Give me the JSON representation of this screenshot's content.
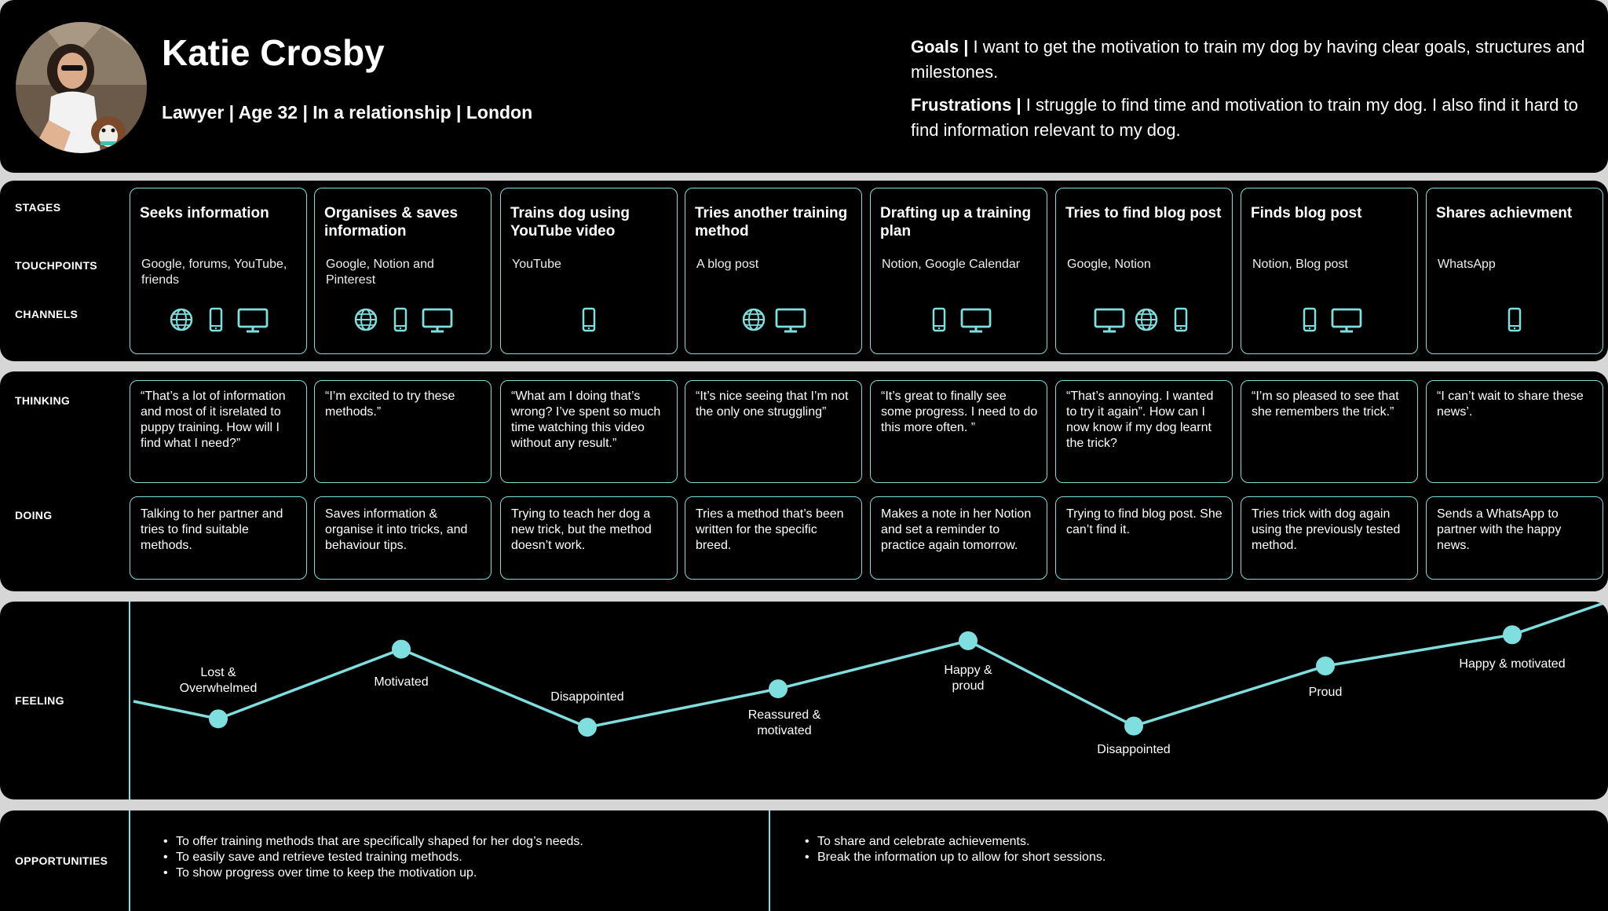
{
  "persona": {
    "name": "Katie Crosby",
    "meta": "Lawyer | Age 32 | In a relationship | London",
    "goals_label": "Goals |",
    "goals_text": " I want to get the motivation to train my dog by having clear goals, structures and milestones.",
    "frustrations_label": "Frustrations |",
    "frustrations_text": " I struggle to find time and motivation to train my dog. I also find it hard to find information relevant to my dog."
  },
  "row_labels": {
    "stages": "STAGES",
    "touchpoints": "TOUCHPOINTS",
    "channels": "CHANNELS",
    "thinking": "THINKING",
    "doing": "DOING",
    "feeling": "FEELING",
    "opportunities": "OPPORTUNITIES"
  },
  "accent_color": "#7fdede",
  "stages": [
    {
      "title": "Seeks information",
      "touchpoints": "Google, forums, YouTube, friends",
      "channels": [
        "globe-icon",
        "phone-icon",
        "desktop-icon"
      ],
      "thinking": "“That’s a lot of information and most of it isrelated to puppy training. How will I find what I need?”",
      "doing": "Talking to her partner and tries to find suitable methods."
    },
    {
      "title": "Organises & saves information",
      "touchpoints": "Google, Notion and Pinterest",
      "channels": [
        "globe-icon",
        "phone-icon",
        "desktop-icon"
      ],
      "thinking": "“I’m excited to try these methods.”",
      "doing": "Saves information & organise it into tricks, and behaviour tips."
    },
    {
      "title": "Trains dog using YouTube video",
      "touchpoints": "YouTube",
      "channels": [
        "phone-icon"
      ],
      "thinking": "“What am I doing that’s wrong? I’ve spent so much time watching this video without any result.”",
      "doing": "Trying to teach her dog a new trick, but the method doesn’t work."
    },
    {
      "title": "Tries another training method",
      "touchpoints": "A blog post",
      "channels": [
        "globe-icon",
        "desktop-icon"
      ],
      "thinking": "“It’s nice seeing that I’m not the only one struggling”",
      "doing": "Tries a method that’s been written for the specific breed."
    },
    {
      "title": "Drafting up a training plan",
      "touchpoints": "Notion, Google Calendar",
      "channels": [
        "phone-icon",
        "desktop-icon"
      ],
      "thinking": "“It’s great to finally see some progress. I need to do this more often. ”",
      "doing": "Makes a note in her Notion and set a reminder to practice again tomorrow."
    },
    {
      "title": "Tries to find  blog post",
      "touchpoints": "Google, Notion",
      "channels": [
        "desktop-icon",
        "globe-icon",
        "phone-icon"
      ],
      "thinking": "“That’s annoying. I wanted to try it again”. How can I now know if my dog learnt the trick?",
      "doing": "Trying to find blog post. She can’t find it."
    },
    {
      "title": "Finds blog post",
      "touchpoints": "Notion, Blog post",
      "channels": [
        "phone-icon",
        "desktop-icon"
      ],
      "thinking": "“I’m so pleased to see that she remembers the trick.”",
      "doing": "Tries trick with dog again using the previously tested method."
    },
    {
      "title": "Shares achievment",
      "touchpoints": "WhatsApp",
      "channels": [
        "phone-icon"
      ],
      "thinking": "“I can’t wait to share these news’.",
      "doing": "Sends a WhatsApp to partner with the happy news."
    }
  ],
  "feelings": [
    {
      "label": "Lost &\nOverwhelmed",
      "level": 0.22
    },
    {
      "label": "Motivated",
      "level": 0.8
    },
    {
      "label": "Disappointed",
      "level": 0.15
    },
    {
      "label": "Reassured &\nmotivated",
      "level": 0.47
    },
    {
      "label": "Happy &\nproud",
      "level": 0.87
    },
    {
      "label": "Disappointed",
      "level": 0.16
    },
    {
      "label": "Proud",
      "level": 0.66
    },
    {
      "label": "Happy & motivated",
      "level": 0.92
    }
  ],
  "opportunities": {
    "left": [
      "To offer training methods that are specifically shaped for her dog’s needs.",
      "To easily save and retrieve tested training methods.",
      "To show progress over time to keep the motivation up."
    ],
    "right": [
      "To share and celebrate achievements.",
      "Break the information up to allow for short sessions."
    ]
  }
}
